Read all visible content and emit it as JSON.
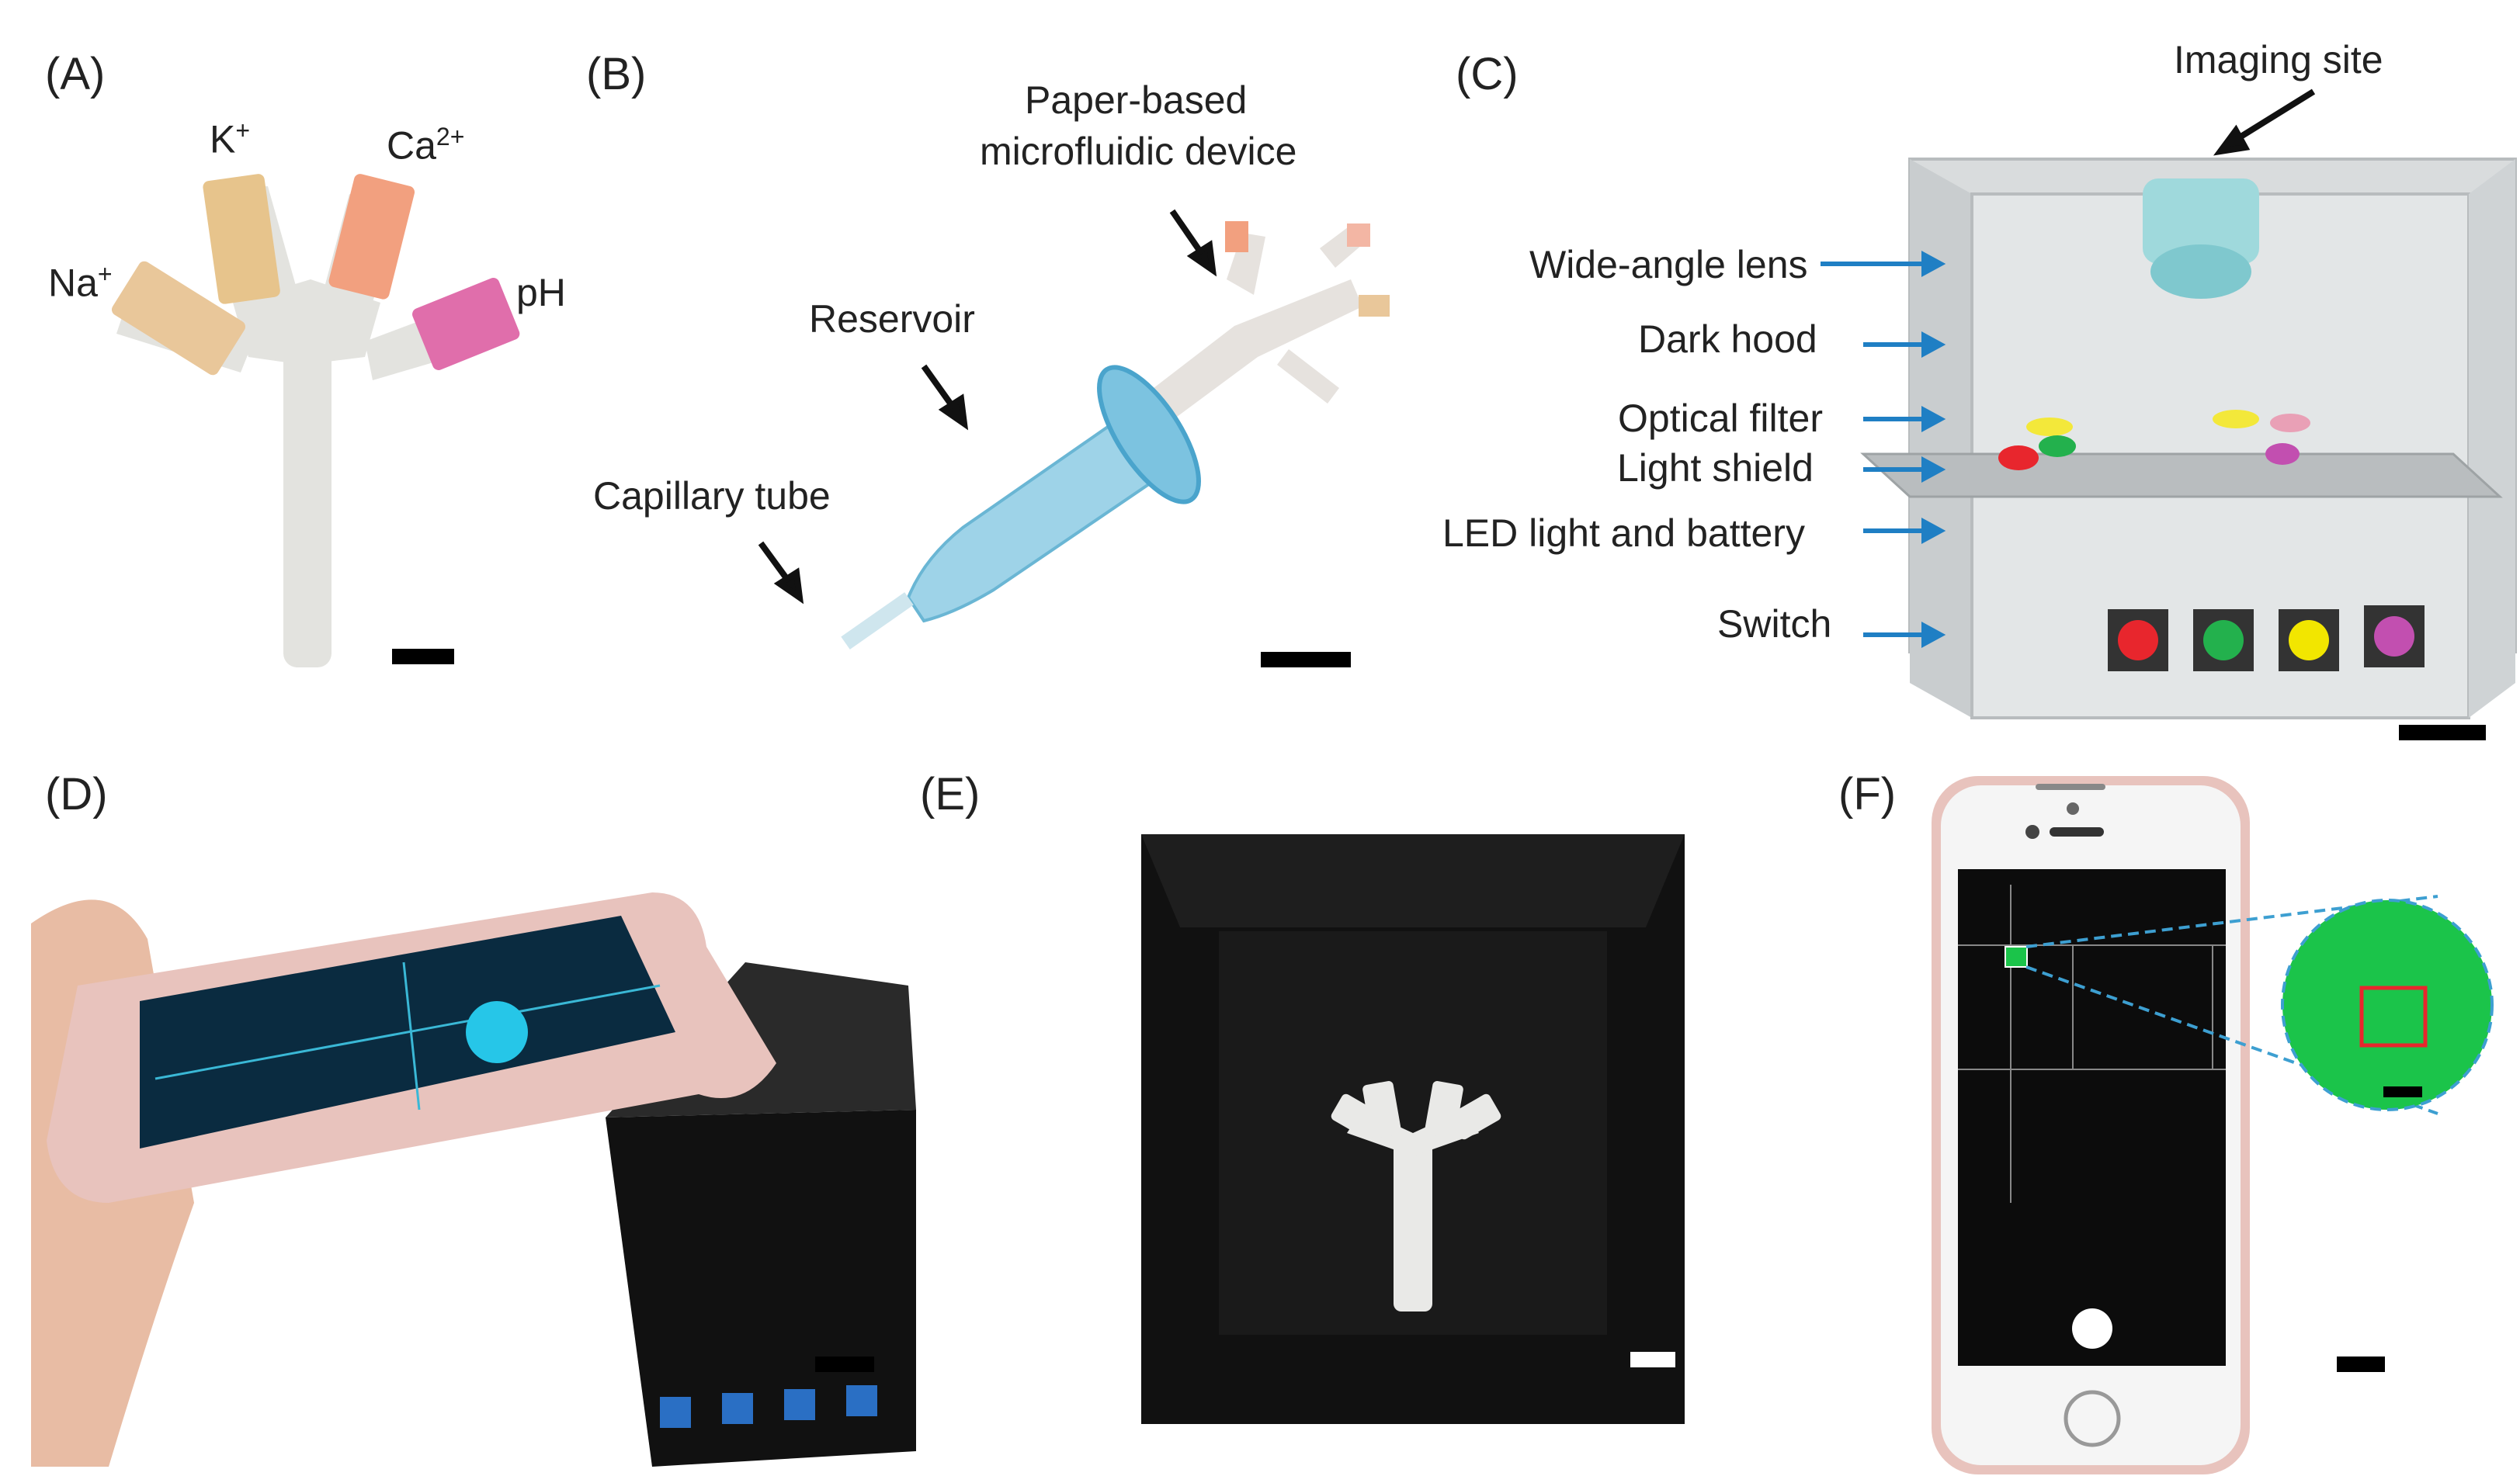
{
  "panels": {
    "a": {
      "label": "(A)",
      "ions": {
        "k": "K",
        "k_sup": "+",
        "ca": "Ca",
        "ca_sup": "2+",
        "na": "Na",
        "na_sup": "+",
        "ph": "pH"
      }
    },
    "b": {
      "label": "(B)",
      "device_line1": "Paper-based",
      "device_line2": "microfluidic device",
      "reservoir": "Reservoir",
      "capillary": "Capillary tube"
    },
    "c": {
      "label": "(C)",
      "imaging_site": "Imaging site",
      "lens": "Wide-angle lens",
      "hood": "Dark hood",
      "filter": "Optical filter",
      "shield": "Light shield",
      "led": "LED light and battery",
      "switch": "Switch"
    },
    "d": {
      "label": "(D)"
    },
    "e": {
      "label": "(E)"
    },
    "f": {
      "label": "(F)"
    }
  },
  "colors": {
    "arrow_blue": "#1f7fc4",
    "switch_red": "#e8262d",
    "switch_green": "#23b14d",
    "switch_yellow": "#f2e600",
    "switch_pink": "#c24fb0",
    "phone_gold": "#e8c3bd",
    "box_black": "#111111",
    "screen_green": "#1bc44a"
  }
}
